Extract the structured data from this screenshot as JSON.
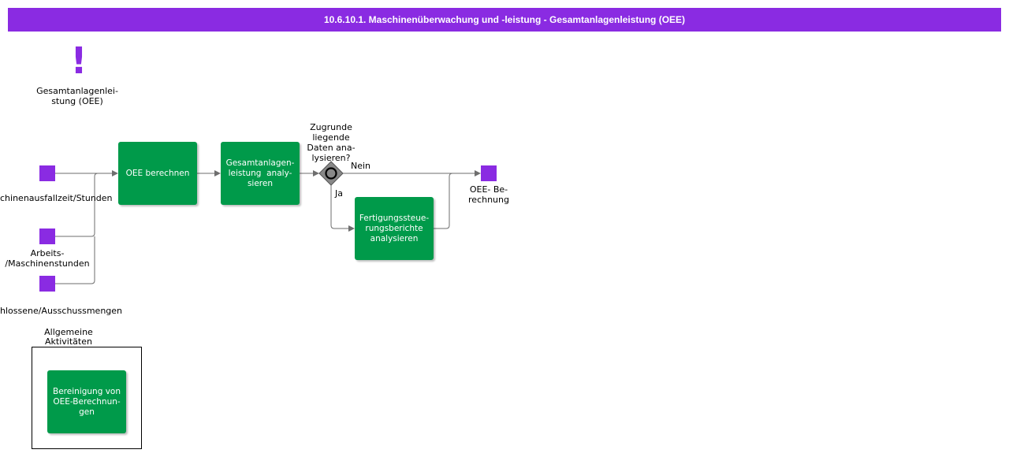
{
  "title": "10.6.10.1. Maschinenüberwachung und -leistung - Gesamtanlagenleistung (OEE)",
  "colors": {
    "title_bar": "#8a2be2",
    "purple": "#8a2be2",
    "task_green": "#009a4a",
    "connector": "#6e6e6e",
    "gateway": "#888888"
  },
  "goal": {
    "icon": "exclamation-icon",
    "symbol": "!",
    "label": "Gesamtanlagenlei-\nstung (OEE)"
  },
  "inputs": {
    "downtime": "chinenausfallzeit/Stunden",
    "hours": "Arbeits-\n/Maschinenstunden",
    "quantities": "hlossene/Ausschussmengen"
  },
  "tasks": {
    "calc_oee": "OEE berechnen",
    "analyze_oee": "Gesamtanlagen-\nleistung  analy-\nsieren",
    "analyze_reports": "Fertigungssteue-\nrungsberichte\nanalysieren",
    "cleanup": "Bereinigung von\nOEE-Berechnun-\ngen"
  },
  "gateway": {
    "question": "Zugrunde\nliegende\nDaten ana-\nlysieren?",
    "no": "Nein",
    "yes": "Ja"
  },
  "output": {
    "label": "OEE- Be-\nrechnung"
  },
  "group": {
    "label": "Allgemeine\nAktivitäten"
  }
}
